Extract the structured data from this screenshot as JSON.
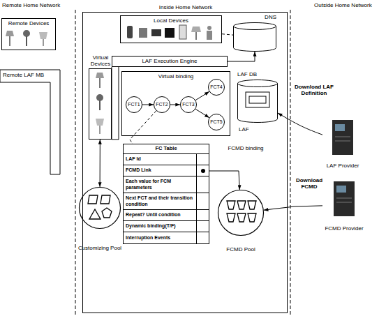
{
  "diagram": {
    "nodes": [
      {
        "text": [
          "Remote Devices"
        ]
      },
      {
        "text": [
          "Remote LAF MB"
        ]
      },
      {
        "text": [
          "Inside Home Network"
        ]
      },
      {
        "text": [
          "Local Devices"
        ],
        "in": 2
      },
      {
        "text": [
          "DNS"
        ],
        "in": 2
      },
      {
        "text": [
          "Virtual Devices"
        ],
        "in": 2
      },
      {
        "text": [
          "LAF Execution Engine"
        ],
        "in": 2
      },
      {
        "text": [
          "Virtual binding"
        ],
        "in": 2
      },
      {
        "text": [
          "FCT1"
        ],
        "in": 7
      },
      {
        "text": [
          "FCT2"
        ],
        "in": 7
      },
      {
        "text": [
          "FCT3"
        ],
        "in": 7
      },
      {
        "text": [
          "FCT4"
        ],
        "in": 7
      },
      {
        "text": [
          "FCT5"
        ],
        "in": 7
      },
      {
        "text": [
          "LAF DB"
        ],
        "in": 2
      },
      {
        "text": [
          "FC Table"
        ],
        "in": 2
      },
      {
        "text": [
          "LAF Id"
        ],
        "in": 14
      },
      {
        "text": [
          "FCMD Link"
        ],
        "in": 14
      },
      {
        "text": [
          "Each value for FCM parameters"
        ],
        "in": 14
      },
      {
        "text": [
          "Next FCT and their transition condition"
        ],
        "in": 14
      },
      {
        "text": [
          "Repeat? Until condition"
        ],
        "in": 14
      },
      {
        "text": [
          "Dynamic binding(T/F)"
        ],
        "in": 14
      },
      {
        "text": [
          "Interruption Events"
        ],
        "in": 14
      },
      {
        "text": [
          "Customizing Pool"
        ],
        "in": 2
      },
      {
        "text": [
          "FCMD Pool"
        ],
        "in": 2
      },
      {
        "text": [
          "LAF Provider"
        ]
      },
      {
        "text": [
          "FCMD Provider"
        ]
      }
    ],
    "edges": [
      {
        "from": 3,
        "to": 4,
        "arrow": "none"
      },
      {
        "from": 6,
        "to": 4,
        "arrow": "to"
      },
      {
        "from": 8,
        "to": 9,
        "arrow": "to"
      },
      {
        "from": 9,
        "to": 10,
        "arrow": "to"
      },
      {
        "from": 10,
        "to": 11,
        "arrow": "to"
      },
      {
        "from": 10,
        "to": 12,
        "arrow": "to"
      },
      {
        "from": 9,
        "to": 14,
        "arrow": "none"
      },
      {
        "from": 5,
        "to": 22,
        "arrow": "both"
      },
      {
        "from": 16,
        "to": 23,
        "label": "FCMD binding",
        "arrow": "to"
      },
      {
        "from": 24,
        "to": 13,
        "label": "Download LAF Definition",
        "arrow": "to"
      },
      {
        "from": 25,
        "to": 23,
        "label": "Download FCMD",
        "arrow": "to"
      }
    ],
    "labels": [
      "Remote Home Network",
      "Outside Home Network",
      "LAF"
    ]
  }
}
